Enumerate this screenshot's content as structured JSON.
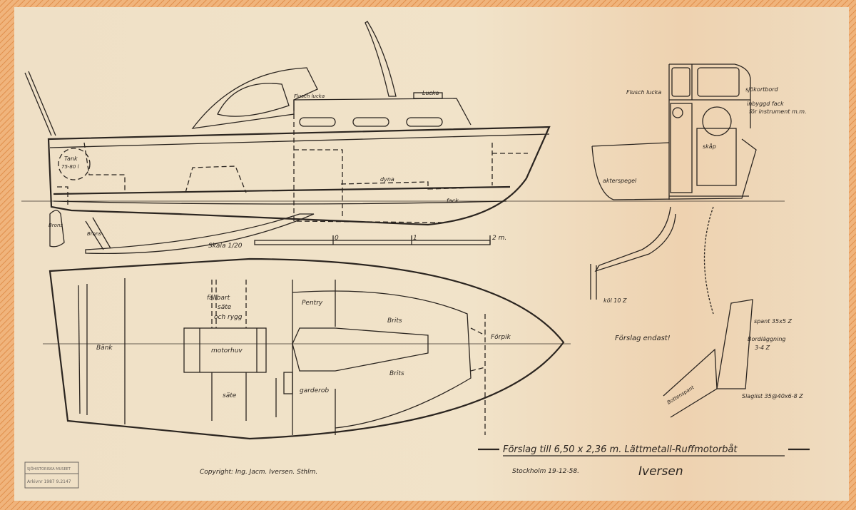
{
  "title": {
    "main": "Förslag till 6,50 x 2,36 m. Lättmetall-Ruffmotorbåt",
    "place_date": "Stockholm 19-12-58.",
    "signature": "Iversen",
    "copyright": "Copyright: Ing. Jacm. Iversen. Sthlm."
  },
  "stamp": {
    "museum": "SJÖHISTORISKA MUSEET",
    "archive": "Arkivnr 1987 9.2147"
  },
  "profile": {
    "tank": "Tank",
    "tank_volume": "75-80 l",
    "flush_hatch": "Flusch lucka",
    "hatch": "Lucka",
    "cushion": "dyna",
    "compartment": "fack",
    "bronze_1": "Brons",
    "bronze_2": "Brons",
    "scale_label": "Skala 1/20",
    "scale_ticks": [
      "0",
      "1",
      "2 m."
    ]
  },
  "plan": {
    "folding_seat": [
      "fällbart",
      "säte",
      "och rygg"
    ],
    "pantry": "Pentry",
    "bunk_1": "Brits",
    "bunk_2": "Brits",
    "bench": "Bänk",
    "engine_cover": "motorhuv",
    "forepeak": "Förpik",
    "seat": "säte",
    "wardrobe": "garderob"
  },
  "section": {
    "flush_hatch": "Flusch lucka",
    "chart_table": "sjökortbord",
    "builtin_1": "inbyggd fack",
    "builtin_2": "för instrument m.m.",
    "cabinet": "skåp",
    "transom": "akterspegel",
    "keel": "köl 10 Z",
    "proposal_only": "Förslag endast!",
    "frame": "spant 35x5 Z",
    "planking_1": "Bordläggning",
    "planking_2": "3-4 Z",
    "bottom_frame": "Bottenspant",
    "chine_strip": "Slaglist 35@40x6-8 Z"
  },
  "colors": {
    "paper": "#f0e2c8",
    "ink": "#2b2520",
    "edge": "#e8a768"
  }
}
